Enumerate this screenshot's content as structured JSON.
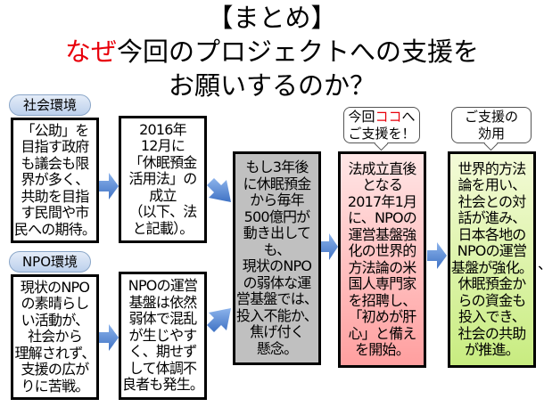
{
  "title": {
    "line1": "【まとめ】",
    "line2_red": "なぜ",
    "line2_rest": "今回のプロジェクトへの支援を",
    "line3": "お願いするのか？"
  },
  "labels": {
    "social": "社会環境",
    "npo": "NPO環境"
  },
  "boxes": {
    "social_env": "「公助」を\n目指す政府\nも議会も限\n界が多く、\n共助を目指\nす民間や市\n民への期待。",
    "law": "2016年\n12月に\n「休眠預金\n活用法」の\n成立\n（以下、法\nと記載）。",
    "npo_env": "現状のNPO\nの素晴らし\nい活動が、\n社会から\n理解されず、\n支援の広が\nりに苦戦。",
    "npo_base": "NPOの運営\n基盤は依然\n弱体で混乱\nが生じやす\nく、期せず\nして体調不\n良者も発生。",
    "concern": "もし3年後\nに休眠預金\nから毎年\n500億円が\n動き出して\nも、\n現状のNPO\nの弱体な運\n営基盤では、\n投入不能か、\n焦げ付く\n懸念。",
    "project": "法成立直後\nとなる\n2017年1月\nに、NPOの\n運営基盤強\n化の世界的\n方法論の米\n国人専門家\nを招聘し、\n「初めが肝\n心」と備え\nを開始。",
    "effect": "世界的方法\n論を用い、\n社会との対\n話が進み、\n日本各地の\nNPOの運営\n基盤が強化。\n休眠預金か\nらの資金も\n投入でき、\n社会の共助\nが推進。"
  },
  "bubbles": {
    "here_a": "今回",
    "here_red": "ココ",
    "here_b": "へ",
    "here_line2": "ご支援を！",
    "effect": "ご支援の\n効用"
  },
  "stray_mark": "、",
  "colors": {
    "accent_red": "#e8000b",
    "arrow_blue": "#5b8fd8",
    "gray": "#c0c0c0"
  }
}
